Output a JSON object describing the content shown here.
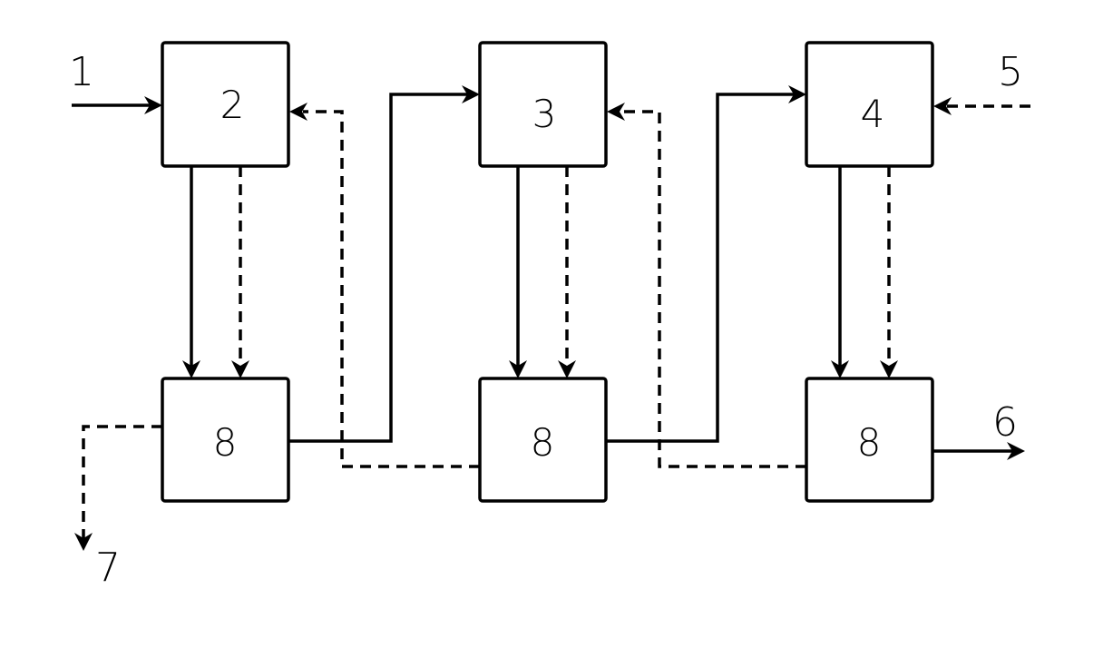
{
  "boxes": {
    "top_1": "2",
    "top_2": "3",
    "top_3": "4",
    "bottom_1": "8",
    "bottom_2": "8",
    "bottom_3": "8"
  },
  "flow_labels": {
    "input_feed": "1",
    "input_dashed": "5",
    "output_solid": "6",
    "output_dashed": "7"
  },
  "legend": {
    "solid_line": "solid",
    "dashed_line": "dashed"
  },
  "colors": {
    "line": "#000000",
    "background": "#ffffff"
  }
}
